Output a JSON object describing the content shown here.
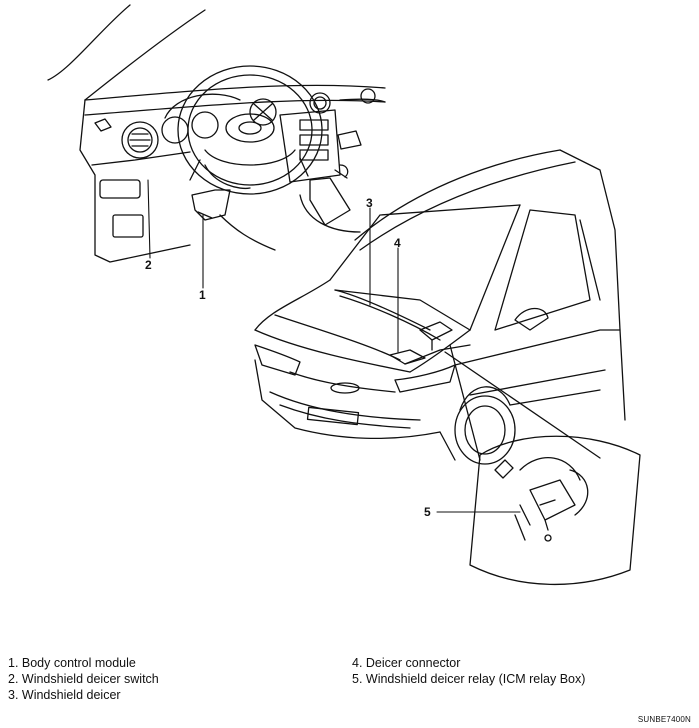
{
  "callouts": {
    "c1": "1",
    "c2": "2",
    "c3": "3",
    "c4": "4",
    "c5": "5"
  },
  "legend": {
    "left": [
      "1. Body control module",
      "2. Windshield deicer switch",
      "3. Windshield deicer"
    ],
    "right": [
      "4. Deicer connector",
      "5. Windshield deicer relay (ICM relay Box)"
    ]
  },
  "figure_code": "SUNBE7400N"
}
